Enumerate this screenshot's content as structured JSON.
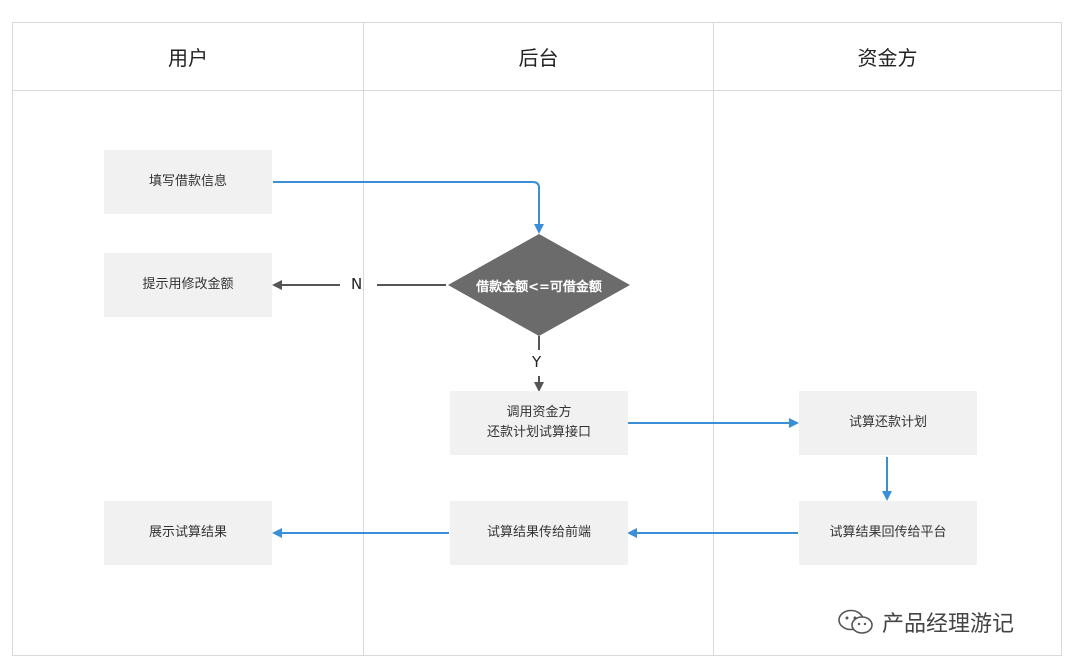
{
  "lanes": {
    "user": "用户",
    "backend": "后台",
    "funder": "资金方"
  },
  "nodes": {
    "fill_info": "填写借款信息",
    "prompt_modify": "提示用修改金额",
    "decision": "借款金额<=可借金额",
    "call_funder_line1": "调用资金方",
    "call_funder_line2": "还款计划试算接口",
    "trial_plan": "试算还款计划",
    "result_to_frontend": "试算结果传给前端",
    "result_back": "试算结果回传给平台",
    "show_result": "展示试算结果"
  },
  "edges": {
    "no_label": "N",
    "yes_label": "Y"
  },
  "colors": {
    "blue_arrow": "#3a8fd6",
    "gray_arrow": "#555555",
    "diamond_fill": "#6b6b6b",
    "box_fill": "#f1f1f1"
  },
  "watermark": {
    "icon": "wechat-icon",
    "text": "产品经理游记"
  }
}
